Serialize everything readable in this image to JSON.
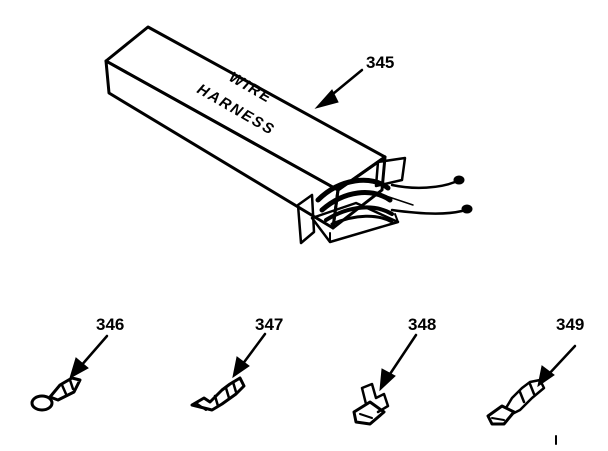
{
  "diagram": {
    "box_label_line1": "WIRE",
    "box_label_line2": "HARNESS",
    "parts": [
      {
        "id": "345",
        "icon": "wire-harness-box-icon"
      },
      {
        "id": "346",
        "icon": "ring-terminal-icon"
      },
      {
        "id": "347",
        "icon": "spade-terminal-icon"
      },
      {
        "id": "348",
        "icon": "flag-terminal-icon"
      },
      {
        "id": "349",
        "icon": "quick-connect-terminal-icon"
      }
    ]
  }
}
